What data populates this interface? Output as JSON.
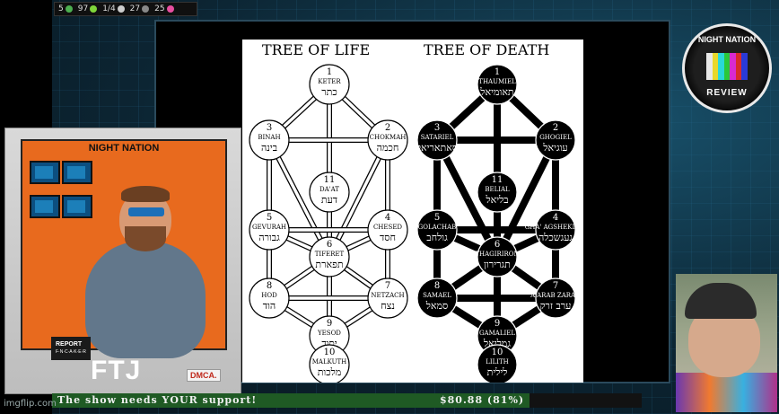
{
  "stats": [
    {
      "icon": "green-dot-icon",
      "value": "5",
      "color": "#4caf50"
    },
    {
      "icon": "ticket-icon",
      "value": "97",
      "color": "#7fd63a"
    },
    {
      "icon": "play-icon",
      "value": "1/4",
      "color": "#cccccc"
    },
    {
      "icon": "chat-icon",
      "value": "27",
      "color": "#888888"
    },
    {
      "icon": "star-icon",
      "value": "25",
      "color": "#e84fa0"
    }
  ],
  "chart": {
    "life_title": "TREE OF LIFE",
    "death_title": "TREE OF DEATH",
    "life_nodes": [
      {
        "num": "1",
        "name": "KETER",
        "heb": "כתר"
      },
      {
        "num": "2",
        "name": "CHOKMAH",
        "heb": "חכמה"
      },
      {
        "num": "3",
        "name": "BINAH",
        "heb": "בינה"
      },
      {
        "num": "11",
        "name": "DA'AT",
        "heb": "דעת"
      },
      {
        "num": "4",
        "name": "CHESED",
        "heb": "חסד"
      },
      {
        "num": "5",
        "name": "GEVURAH",
        "heb": "גבורה"
      },
      {
        "num": "6",
        "name": "TIFERET",
        "heb": "תפארת"
      },
      {
        "num": "7",
        "name": "NETZACH",
        "heb": "נצח"
      },
      {
        "num": "8",
        "name": "HOD",
        "heb": "הוד"
      },
      {
        "num": "9",
        "name": "YESOD",
        "heb": "יסוד"
      },
      {
        "num": "10",
        "name": "MALKUTH",
        "heb": "מלכות"
      }
    ],
    "death_nodes": [
      {
        "num": "1",
        "name": "THAUMIEL",
        "heb": "תאומיאל"
      },
      {
        "num": "2",
        "name": "GHOGIEL",
        "heb": "עוגיאל"
      },
      {
        "num": "3",
        "name": "SATARIEL",
        "heb": "סאתאריאל"
      },
      {
        "num": "11",
        "name": "BELIAL",
        "heb": "בליאל"
      },
      {
        "num": "4",
        "name": "GHA' AGSHEKLAH",
        "heb": "געגשכלה"
      },
      {
        "num": "5",
        "name": "GOLACHAB",
        "heb": "גולחב"
      },
      {
        "num": "6",
        "name": "THAGIRIRON",
        "heb": "תגרירון"
      },
      {
        "num": "7",
        "name": "A'ARAB ZARAQ",
        "heb": "ערב זרק"
      },
      {
        "num": "8",
        "name": "SAMAEL",
        "heb": "סמאל"
      },
      {
        "num": "9",
        "name": "GAMALIEL",
        "heb": "גמליאל"
      },
      {
        "num": "10",
        "name": "LILITH",
        "heb": "לילית"
      }
    ]
  },
  "ftj": {
    "header": "NIGHT NATION",
    "logo": "FTJ",
    "dmca": "DMCA.",
    "report": "REPORT",
    "report_sub": "F·N·C·A·K·E·R"
  },
  "badge": {
    "top": "NIGHT NATION",
    "bottom": "REVIEW"
  },
  "support": {
    "message": "The show needs YOUR support!",
    "amount": "$80.88 (81%)",
    "progress": 0.81,
    "fill_color": "#1f5a24"
  },
  "watermark": "imgflip.com"
}
